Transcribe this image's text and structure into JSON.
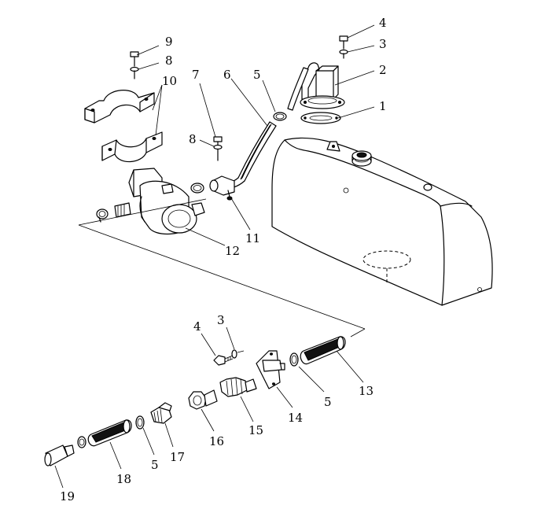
{
  "callouts": [
    {
      "id": "c1",
      "text": "1"
    },
    {
      "id": "c2",
      "text": "2"
    },
    {
      "id": "c3a",
      "text": "3"
    },
    {
      "id": "c4a",
      "text": "4"
    },
    {
      "id": "c5a",
      "text": "5"
    },
    {
      "id": "c6",
      "text": "6"
    },
    {
      "id": "c7",
      "text": "7"
    },
    {
      "id": "c8a",
      "text": "8"
    },
    {
      "id": "c9",
      "text": "9"
    },
    {
      "id": "c8b",
      "text": "8"
    },
    {
      "id": "c10",
      "text": "10"
    },
    {
      "id": "c11",
      "text": "11"
    },
    {
      "id": "c12",
      "text": "12"
    },
    {
      "id": "c3b",
      "text": "3"
    },
    {
      "id": "c4b",
      "text": "4"
    },
    {
      "id": "c5b",
      "text": "5"
    },
    {
      "id": "c13",
      "text": "13"
    },
    {
      "id": "c14",
      "text": "14"
    },
    {
      "id": "c15",
      "text": "15"
    },
    {
      "id": "c16",
      "text": "16"
    },
    {
      "id": "c17",
      "text": "17"
    },
    {
      "id": "c5c",
      "text": "5"
    },
    {
      "id": "c18",
      "text": "18"
    },
    {
      "id": "c19",
      "text": "19"
    }
  ]
}
